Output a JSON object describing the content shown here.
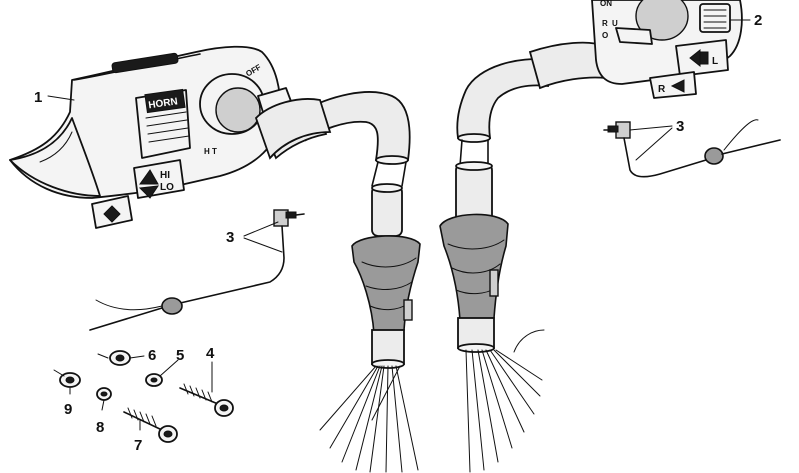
{
  "callouts": {
    "c1": "1",
    "c2": "2",
    "c3a": "3",
    "c3b": "3",
    "c4": "4",
    "c5": "5",
    "c6": "6",
    "c7": "7",
    "c8": "8",
    "c9": "9"
  },
  "switch_labels": {
    "horn": "HORN",
    "hi": "HI",
    "lo": "LO",
    "off": "OFF",
    "ht": "H T",
    "on": "ON",
    "r": "R",
    "u": "U",
    "o": "O",
    "left": "L",
    "right": "R"
  }
}
